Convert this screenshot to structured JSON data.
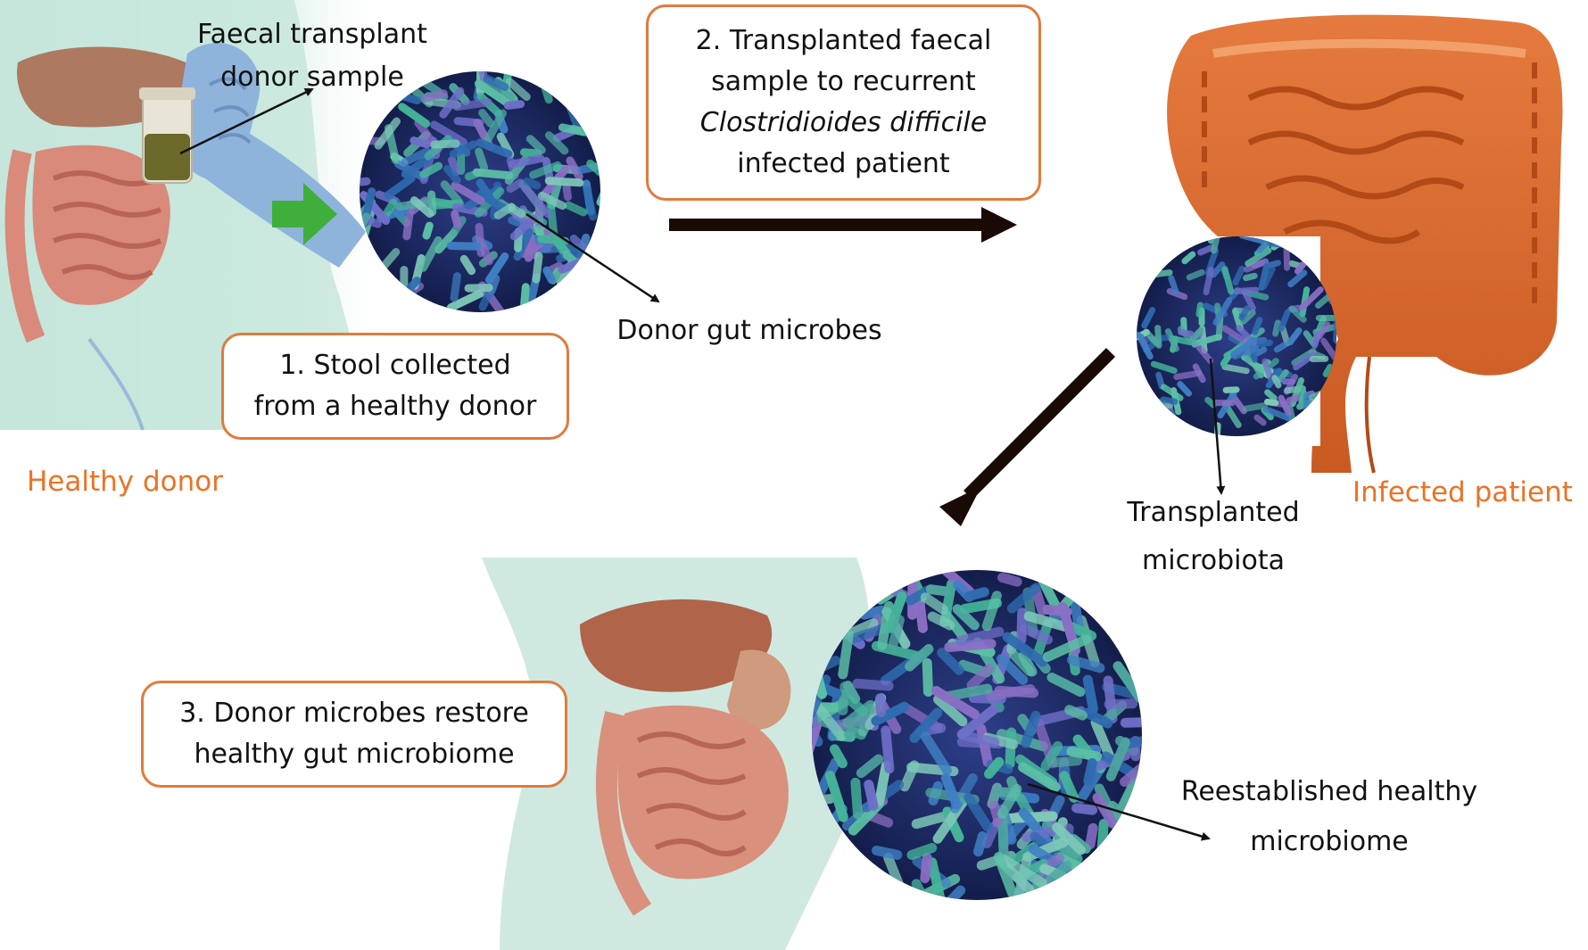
{
  "labels": {
    "donor_sample": [
      "Faecal transplant",
      "donor sample"
    ],
    "donor_microbes": "Donor gut microbes",
    "transplanted_microbiota": [
      "Transplanted",
      "microbiota"
    ],
    "reestablished": [
      "Reestablished healthy",
      "microbiome"
    ],
    "healthy_donor": "Healthy donor",
    "infected_patient": "Infected patient"
  },
  "steps": {
    "step1": [
      "1. Stool collected",
      "from a healthy donor"
    ],
    "step2": [
      "2. Transplanted faecal",
      "sample to recurrent",
      "Clostridioides difficile",
      "infected patient"
    ],
    "step3": [
      "3. Donor microbes restore",
      "healthy gut microbiome"
    ]
  },
  "colors": {
    "box_border": "#e07b3e",
    "highlight_text": "#ec7224",
    "arrow": "#1a0a06",
    "green_arrow": "#3fae3a"
  }
}
